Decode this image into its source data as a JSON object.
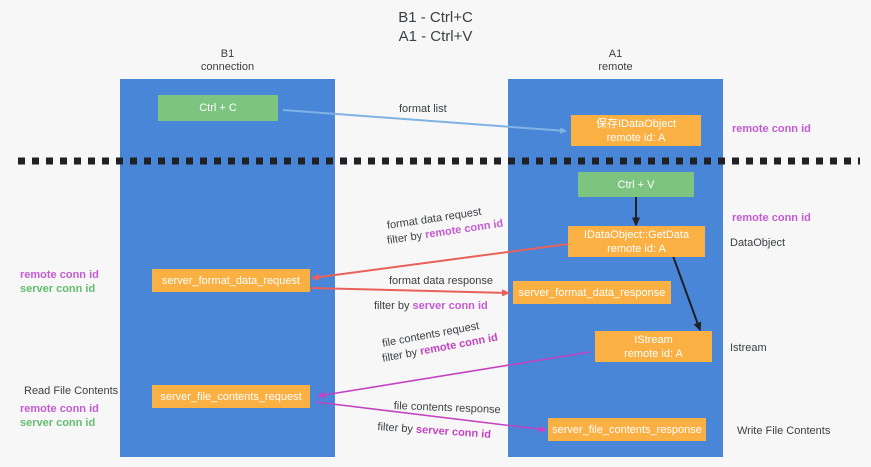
{
  "title": {
    "line1": "B1 - Ctrl+C",
    "line2": "A1 - Ctrl+V"
  },
  "lanes": [
    {
      "id": "b1",
      "head_line1": "B1",
      "head_line2": "connection",
      "color": "#4a86d8"
    },
    {
      "id": "a1",
      "head_line1": "A1",
      "head_line2": "remote",
      "color": "#4a86d8"
    }
  ],
  "colors": {
    "lane": "#4a86d8",
    "green_box": "#7cc47f",
    "orange_box": "#fbb044",
    "text_dark": "#3c4043",
    "purple": "#c45bd4",
    "green_text": "#63bd6e",
    "magenta": "#c343c3",
    "arrow_blue": "#7fb3e3",
    "arrow_red": "#e8615a",
    "arrow_black": "#202124",
    "divider": "#202124"
  },
  "boxes": {
    "ctrl_c": {
      "line1": "Ctrl + C"
    },
    "save_dataobject": {
      "line1": "保存IDataObject",
      "line2": "remote id: A"
    },
    "ctrl_v": {
      "line1": "Ctrl + V"
    },
    "getdata": {
      "line1": "IDataObject::GetData",
      "line2": "remote id: A"
    },
    "server_format_data_request": {
      "line1": "server_format_data_request"
    },
    "server_format_data_response": {
      "line1": "server_format_data_response"
    },
    "istream": {
      "line1": "IStream",
      "line2": "remote id: A"
    },
    "server_file_contents_request": {
      "line1": "server_file_contents_request"
    },
    "server_file_contents_response": {
      "line1": "server_file_contents_response"
    }
  },
  "annotations": {
    "format_list": "format list",
    "remote_conn_id_top": "remote conn id",
    "remote_conn_id_mid": "remote conn id",
    "format_data_request": "format data request",
    "filter_by_label": "filter by",
    "remote_conn_id_inline": "remote conn id",
    "format_data_response": "format data response",
    "server_conn_id_inline": "server conn id",
    "left_mid_remote": "remote conn id",
    "left_mid_server": "server conn id",
    "dataobject_label": "DataObject",
    "istream_label": "Istream",
    "file_contents_request": "file contents request",
    "file_contents_response": "file contents response",
    "read_file_contents": "Read File Contents",
    "left_bot_remote": "remote conn id",
    "left_bot_server": "server conn id",
    "write_file_contents": "Write File Contents"
  }
}
